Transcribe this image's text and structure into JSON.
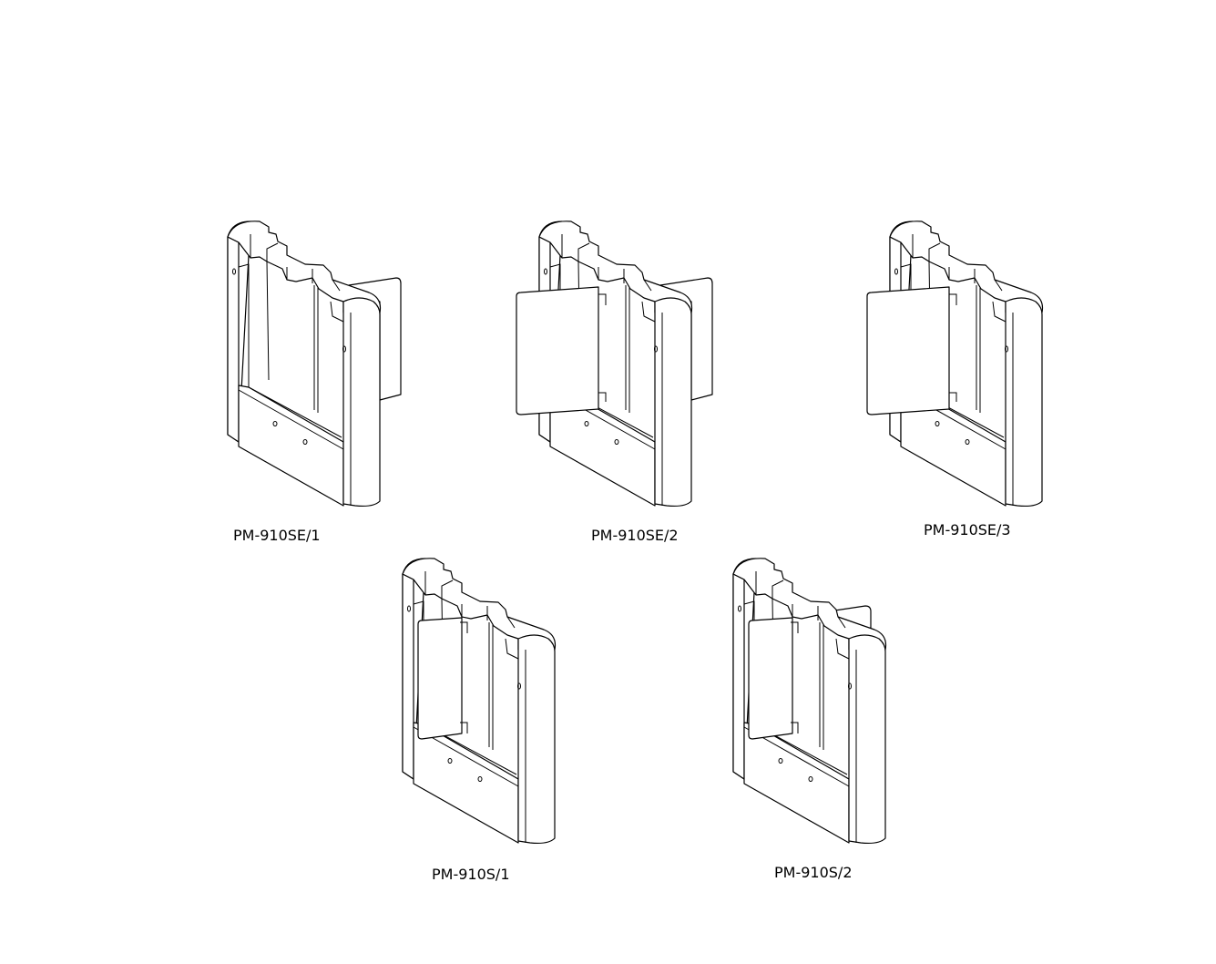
{
  "models": [
    {
      "label": "PM-910SE/1",
      "variant": "SE",
      "panels": [
        "rear-right"
      ]
    },
    {
      "label": "PM-910SE/2",
      "variant": "SE",
      "panels": [
        "front-left",
        "rear-right"
      ]
    },
    {
      "label": "PM-910SE/3",
      "variant": "SE",
      "panels": [
        "front-left"
      ]
    },
    {
      "label": "PM-910S/1",
      "variant": "S",
      "panels": [
        "inner"
      ]
    },
    {
      "label": "PM-910S/2",
      "variant": "S",
      "panels": [
        "inner",
        "rear-flap"
      ]
    }
  ]
}
